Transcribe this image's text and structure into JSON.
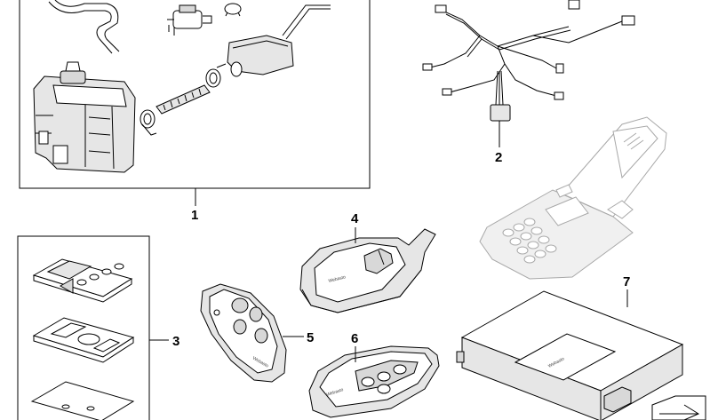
{
  "callouts": [
    {
      "id": "1",
      "label": "1"
    },
    {
      "id": "2",
      "label": "2"
    },
    {
      "id": "3",
      "label": "3"
    },
    {
      "id": "4",
      "label": "4"
    },
    {
      "id": "5",
      "label": "5"
    },
    {
      "id": "6",
      "label": "6"
    },
    {
      "id": "7",
      "label": "7"
    }
  ],
  "brand": "Webasto",
  "colors": {
    "line": "#000000",
    "phone": "#a8a8a8",
    "shade": "#e6e6e6"
  }
}
